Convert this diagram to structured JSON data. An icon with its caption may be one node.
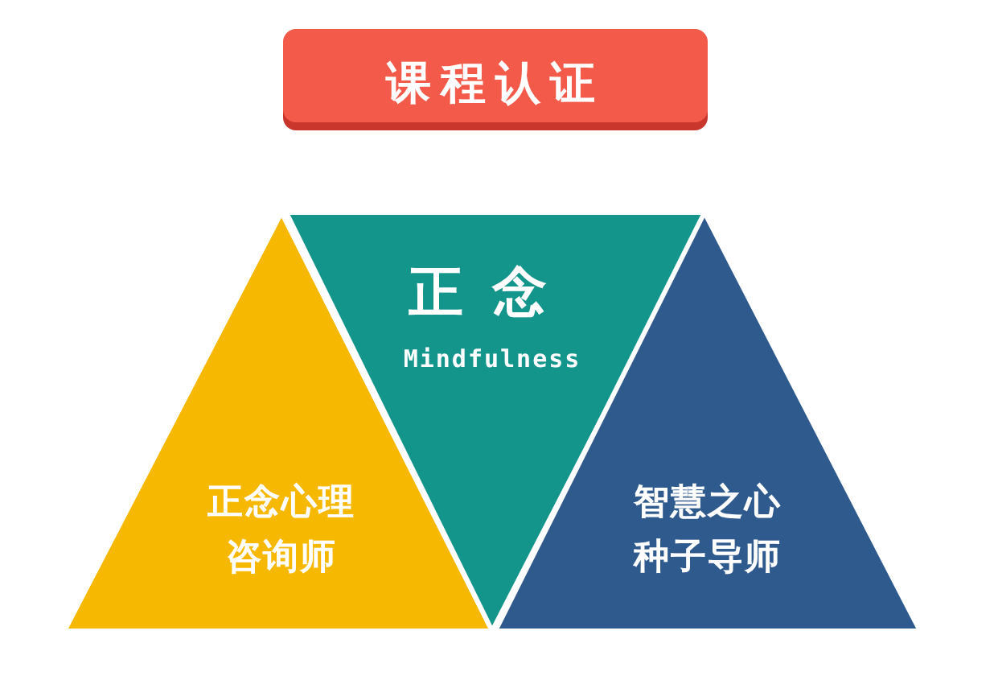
{
  "diagram": {
    "nodes": [
      {
        "text": [
          "课程认证"
        ]
      },
      {
        "text": [
          "正念心理咨询师"
        ]
      },
      {
        "text": [
          "正念",
          "Mindfulness"
        ]
      },
      {
        "text": [
          "智慧之心种子导师"
        ]
      }
    ]
  }
}
